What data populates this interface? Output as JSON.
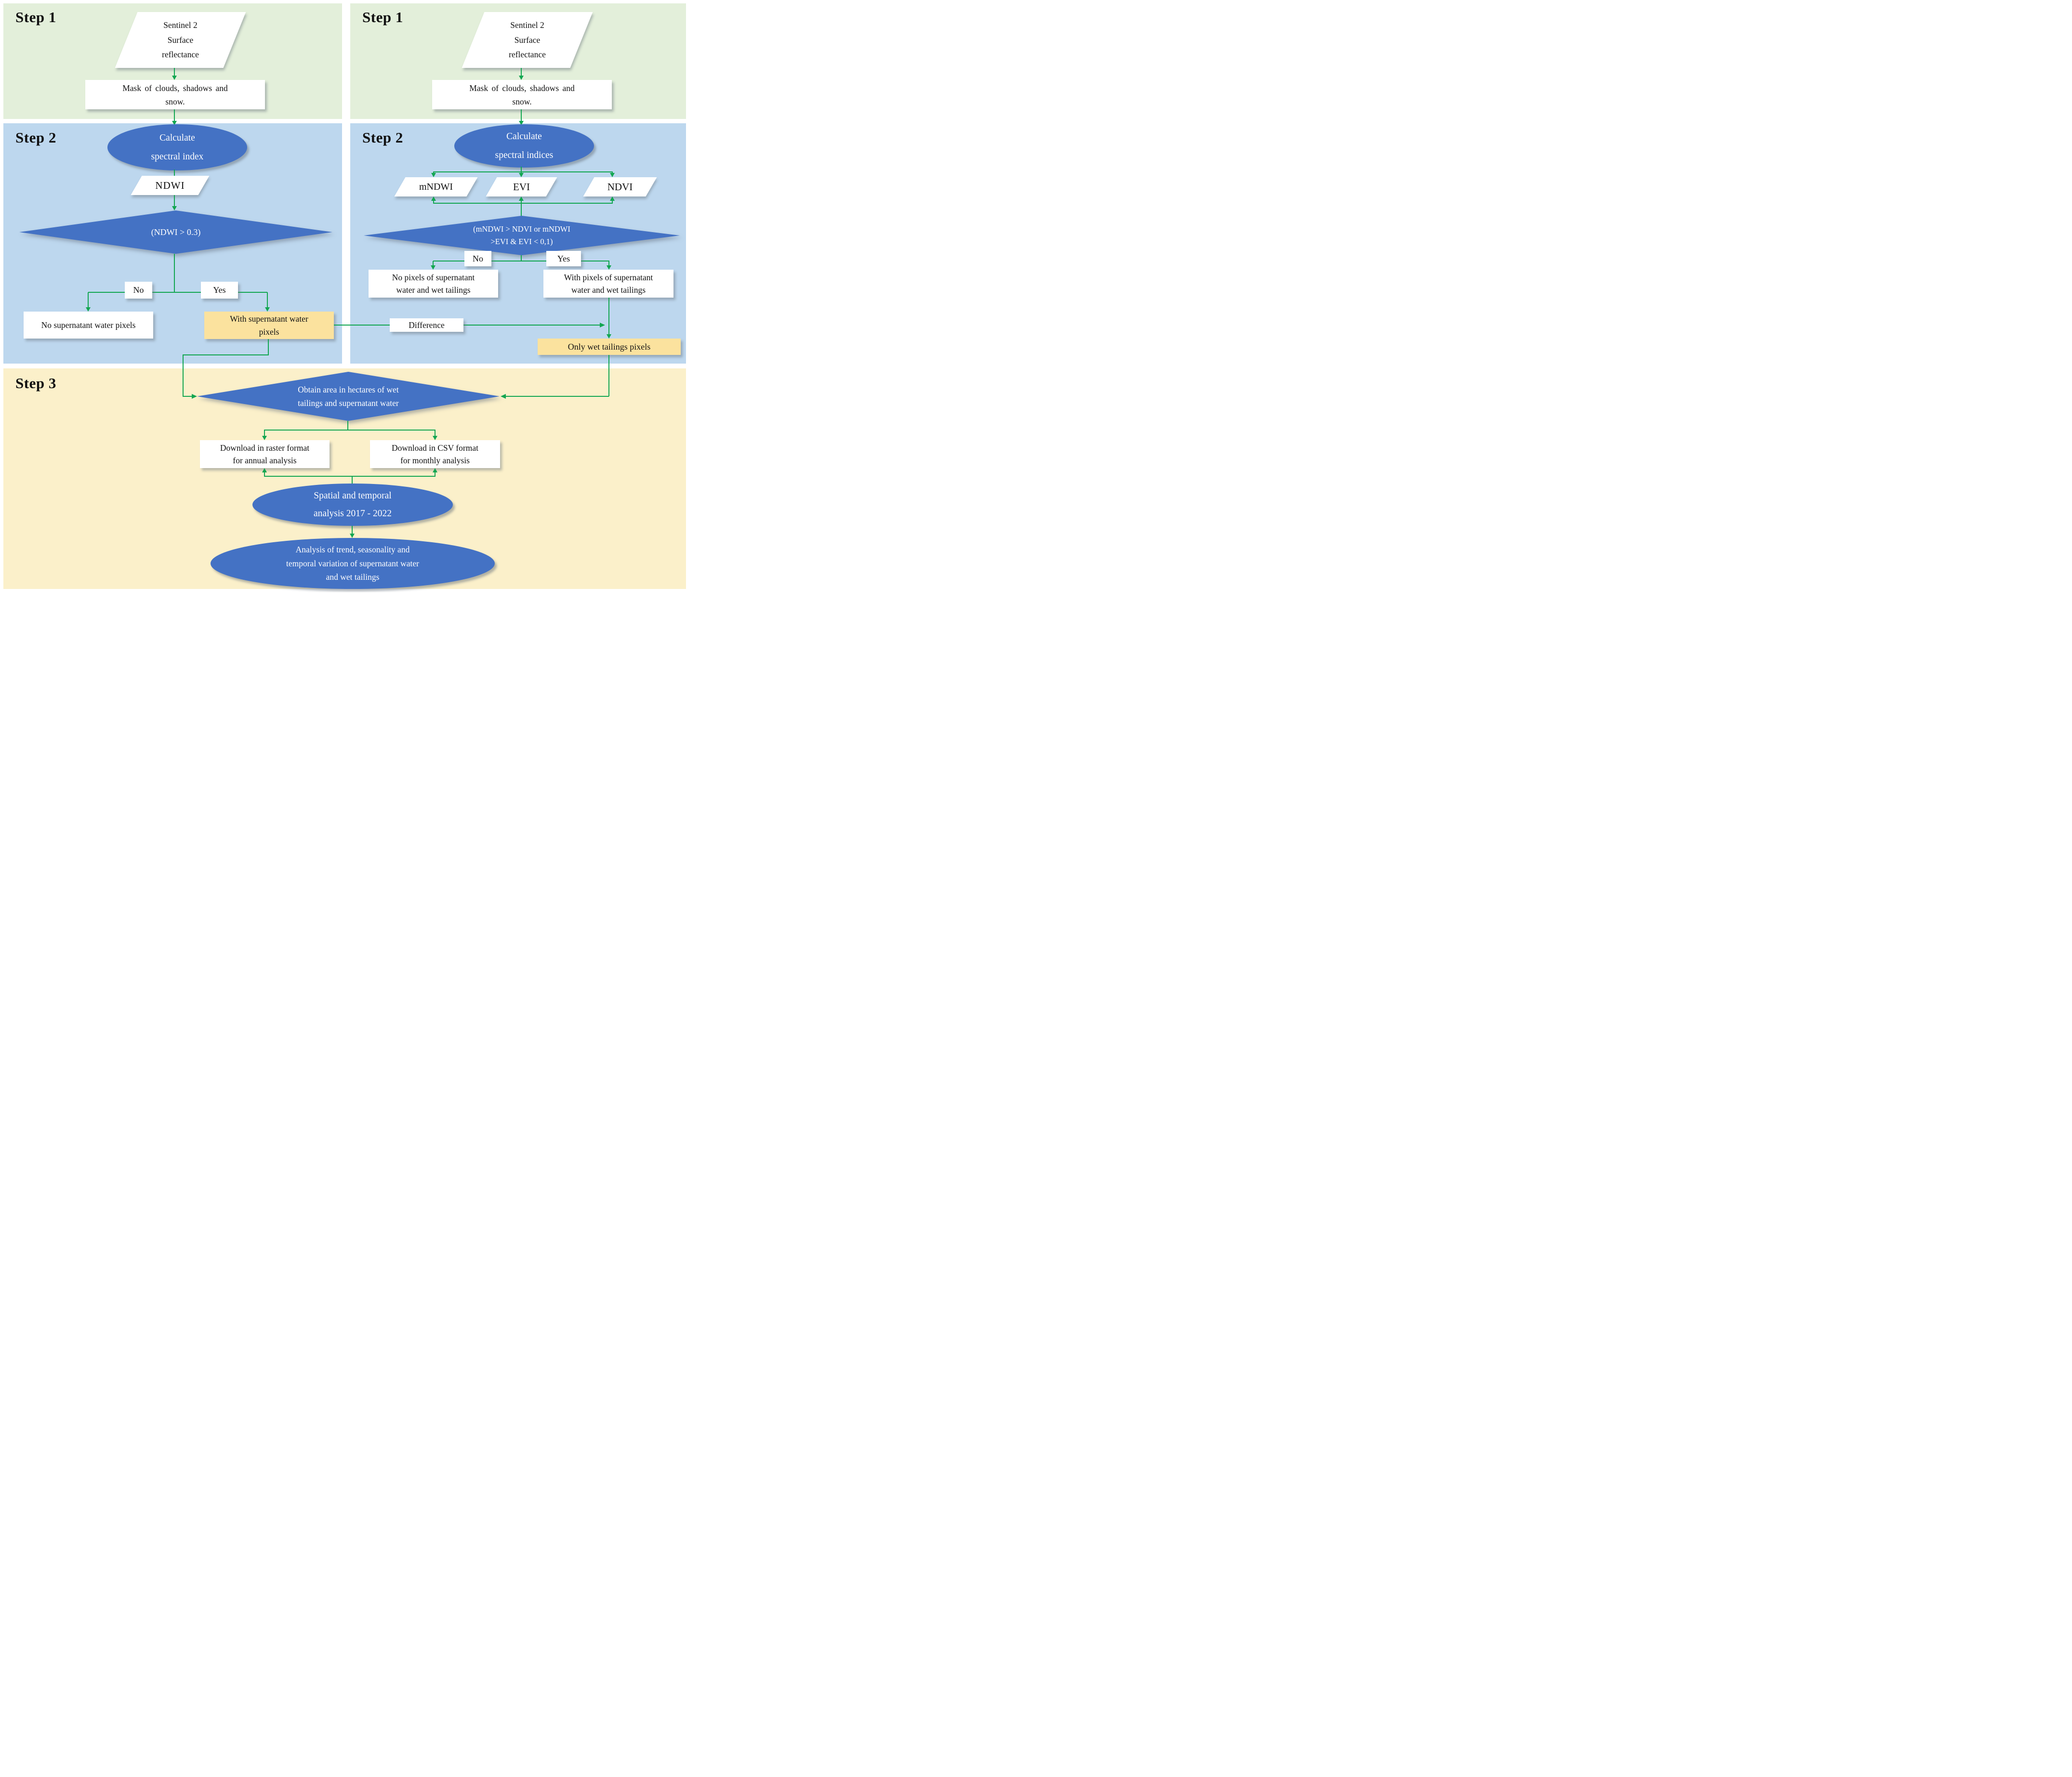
{
  "colors": {
    "step1_panel": "#e3efda",
    "step2_panel": "#bdd7ee",
    "step3_panel": "#fbf0ca",
    "shape_blue": "#4472c4",
    "highlight_yellow": "#fbe29e",
    "arrow_green": "#12a651",
    "text_dark": "#111111",
    "text_light": "#ffffff"
  },
  "sections": {
    "step1_left": "Step 1",
    "step1_right": "Step 1",
    "step2_left": "Step 2",
    "step2_right": "Step 2",
    "step3": "Step 3"
  },
  "left": {
    "sentinel": "Sentinel 2\nSurface\nreflectance",
    "mask": "Mask of clouds,  shadows and\nsnow.",
    "calc_ellipse": "Calculate\nspectral index",
    "index": "NDWI",
    "decision": "(NDWI > 0.3)",
    "no_label": "No",
    "yes_label": "Yes",
    "no_result": "No supernatant water pixels",
    "yes_result": "With supernatant water\npixels"
  },
  "right": {
    "sentinel": "Sentinel 2\nSurface\nreflectance",
    "mask": "Mask of clouds,  shadows and\nsnow.",
    "calc_ellipse": "Calculate\nspectral indices",
    "index1": "mNDWI",
    "index2": "EVI",
    "index3": "NDVI",
    "decision": "(mNDWI > NDVI or mNDWI\n>EVI & EVI < 0,1)",
    "no_label": "No",
    "yes_label": "Yes",
    "no_result": "No pixels of supernatant\nwater and wet tailings",
    "yes_result": "With pixels of supernatant\nwater and wet tailings",
    "only_wet": "Only wet tailings pixels"
  },
  "difference_label": "Difference",
  "step3": {
    "area_decision": "Obtain area in hectares of wet\ntailings and supernatant water",
    "raster": "Download in raster format\nfor annual analysis",
    "csv": "Download in CSV format\nfor monthly analysis",
    "spatial_ellipse": "Spatial and temporal\nanalysis  2017 - 2022",
    "trend_ellipse": "Analysis of trend, seasonality and\ntemporal variation of supernatant water\nand wet tailings"
  }
}
